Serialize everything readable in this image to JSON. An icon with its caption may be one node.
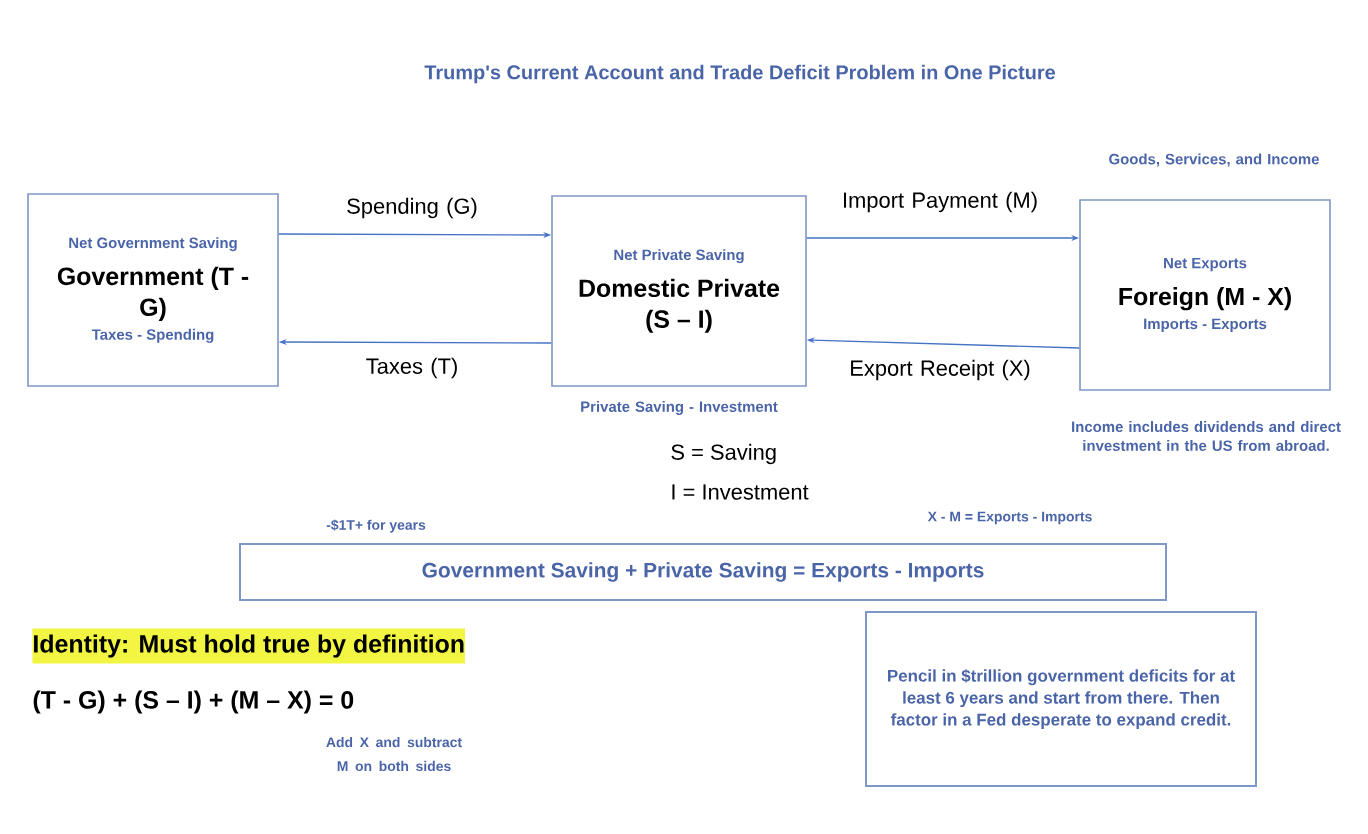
{
  "diagram": {
    "title": "Trump's Current Account and Trade Deficit Problem in One Picture",
    "nodes": [
      {
        "text": [
          "Net Government Saving",
          "Government (T - G)",
          "Taxes - Spending"
        ]
      },
      {
        "text": [
          "Net Private Saving",
          "Domestic Private (S – I)"
        ],
        "beside": [
          "Private Saving - Investment"
        ]
      },
      {
        "text": [
          "Net Exports",
          "Foreign (M - X)",
          "Imports - Exports"
        ],
        "beside": [
          "Goods, Services, and Income",
          "Income includes dividends and direct investment in the US from abroad."
        ]
      },
      {
        "text": [
          "Government Saving + Private Saving = Exports - Imports"
        ]
      },
      {
        "text": [
          "Pencil in $trillion government deficits for at least 6 years and start from there. Then factor in a Fed desperate to expand credit."
        ]
      }
    ],
    "edges": [
      {
        "from": 0,
        "to": 1,
        "arrow": "to",
        "label": "Spending (G)"
      },
      {
        "from": 1,
        "to": 0,
        "arrow": "to",
        "label": "Taxes (T)"
      },
      {
        "from": 1,
        "to": 2,
        "arrow": "to",
        "label": "Import Payment (M)"
      },
      {
        "from": 2,
        "to": 1,
        "arrow": "to",
        "label": "Export Receipt (X)"
      }
    ],
    "labels": [
      "S = Saving",
      "I = Investment",
      "-$1T+ for years",
      "X - M = Exports - Imports",
      "Identity:  Must hold true by definition",
      "(T - G) + (S – I) + (M – X) = 0",
      "Add X and subtract M on both sides"
    ]
  }
}
